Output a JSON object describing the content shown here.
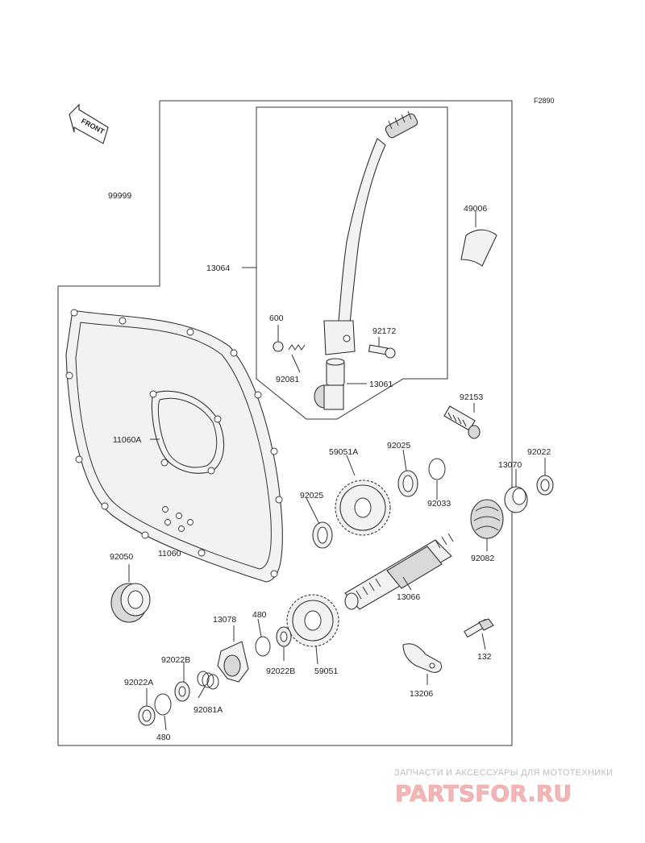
{
  "diagram_code": "F2890",
  "front_label": "FRONT",
  "parts": {
    "p99999": "99999",
    "p49006": "49006",
    "p13064": "13064",
    "p600": "600",
    "p92172": "92172",
    "p92081": "92081",
    "p13061": "13061",
    "p92153": "92153",
    "p11060A": "11060A",
    "p59051A": "59051A",
    "p92025a": "92025",
    "p92022": "92022",
    "p13070": "13070",
    "p92025b": "92025",
    "p92033": "92033",
    "p92082": "92082",
    "p92050": "92050",
    "p11060": "11060",
    "p13066": "13066",
    "p13078": "13078",
    "p480a": "480",
    "p132": "132",
    "p92022B_a": "92022B",
    "p92022B_b": "92022B",
    "p59051": "59051",
    "p92022A": "92022A",
    "p92081A": "92081A",
    "p13206": "13206",
    "p480b": "480"
  },
  "watermark": {
    "tagline": "ЗАПЧАСТИ И АКСЕССУАРЫ ДЛЯ МОТОТЕХНИКИ",
    "logo": "PARTSFOR.RU"
  }
}
